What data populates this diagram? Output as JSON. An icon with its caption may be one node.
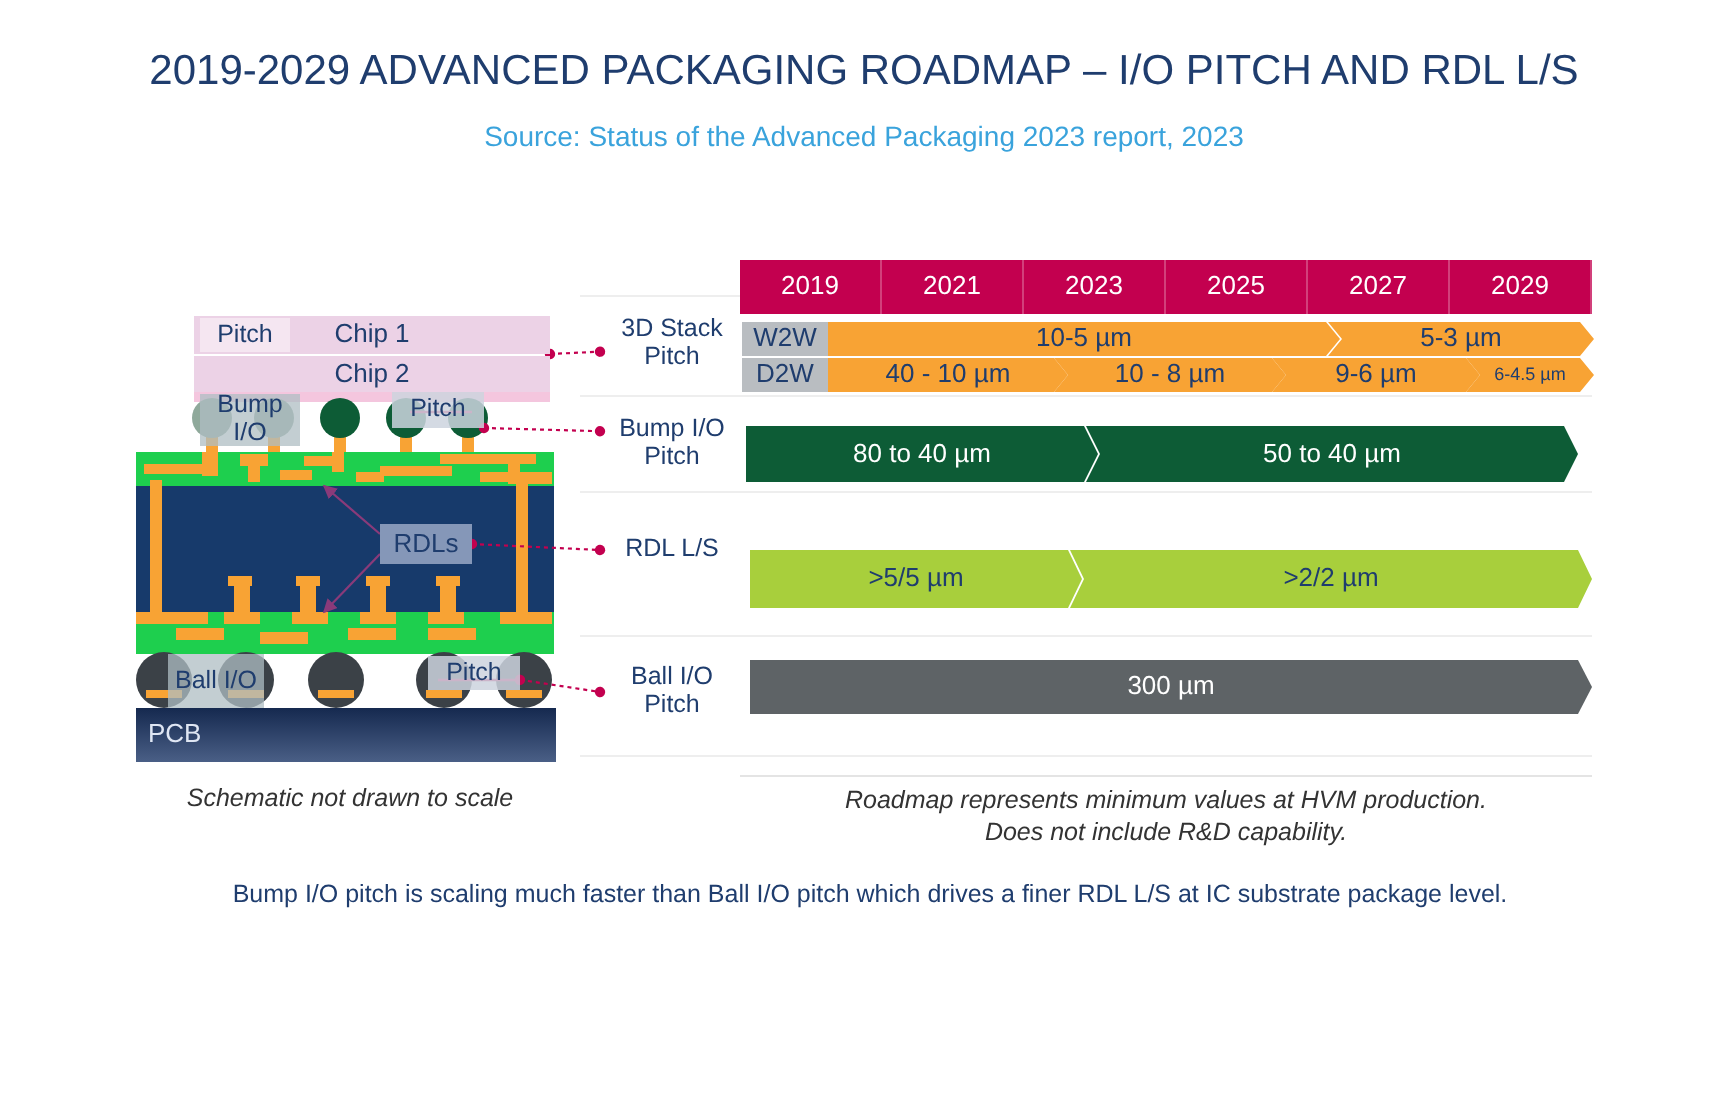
{
  "diagram": {
    "title": "2019-2029 ADVANCED PACKAGING ROADMAP – I/O PITCH AND RDL L/S",
    "nodes": [
      {
        "text": [
          "Chip 1"
        ]
      },
      {
        "text": [
          "Pitch"
        ],
        "in": 0
      },
      {
        "text": [
          "Chip 2"
        ]
      },
      {
        "text": [
          "Bump I/O"
        ]
      },
      {
        "text": [
          "Pitch"
        ]
      },
      {
        "text": [
          "RDLs"
        ]
      },
      {
        "text": [
          "Ball I/O"
        ]
      },
      {
        "text": [
          "Pitch"
        ]
      },
      {
        "text": [
          "PCB"
        ]
      },
      {
        "text": [
          "3D Stack Pitch"
        ]
      },
      {
        "text": [
          "Bump I/O Pitch"
        ]
      },
      {
        "text": [
          "RDL L/S"
        ]
      },
      {
        "text": [
          "Ball I/O Pitch"
        ]
      },
      {
        "text": [
          "2019"
        ]
      },
      {
        "text": [
          "2021"
        ]
      },
      {
        "text": [
          "2023"
        ]
      },
      {
        "text": [
          "2025"
        ]
      },
      {
        "text": [
          "2027"
        ]
      },
      {
        "text": [
          "2029"
        ]
      },
      {
        "text": [
          "W2W"
        ]
      },
      {
        "text": [
          "10-5 µm"
        ]
      },
      {
        "text": [
          "5-3 µm"
        ]
      },
      {
        "text": [
          "D2W"
        ]
      },
      {
        "text": [
          "40 - 10 µm"
        ]
      },
      {
        "text": [
          "10 - 8 µm"
        ]
      },
      {
        "text": [
          "9-6 µm"
        ]
      },
      {
        "text": [
          "6-4.5 µm"
        ]
      },
      {
        "text": [
          "80 to 40 µm"
        ]
      },
      {
        "text": [
          "50 to 40 µm"
        ]
      },
      {
        "text": [
          ">5/5 µm"
        ]
      },
      {
        "text": [
          ">2/2 µm"
        ]
      },
      {
        "text": [
          "300 µm"
        ]
      },
      {
        "text": [],
        "shape": "bar"
      },
      {
        "text": [],
        "shape": "bar"
      }
    ],
    "edges": [
      {
        "from": 0,
        "to": 9,
        "arrow": "other",
        "style": "dashed"
      },
      {
        "from": 4,
        "to": 10,
        "arrow": "other",
        "style": "dashed"
      },
      {
        "from": 5,
        "to": 11,
        "arrow": "other",
        "style": "dashed"
      },
      {
        "from": 7,
        "to": 12,
        "arrow": "other",
        "style": "dashed"
      },
      {
        "from": 5,
        "to": 32,
        "arrow": "to",
        "color": "#8a3a7a"
      },
      {
        "from": 5,
        "to": 33,
        "arrow": "to",
        "color": "#8a3a7a"
      }
    ],
    "labels": [
      "Source: Status of the Advanced Packaging 2023 report, 2023",
      "Schematic not drawn to scale",
      "Roadmap represents minimum values at HVM production. Does not include R&D capability.",
      "Bump I/O pitch is scaling much faster than Ball I/O pitch which drives a finer RDL L/S at IC substrate package level."
    ]
  }
}
